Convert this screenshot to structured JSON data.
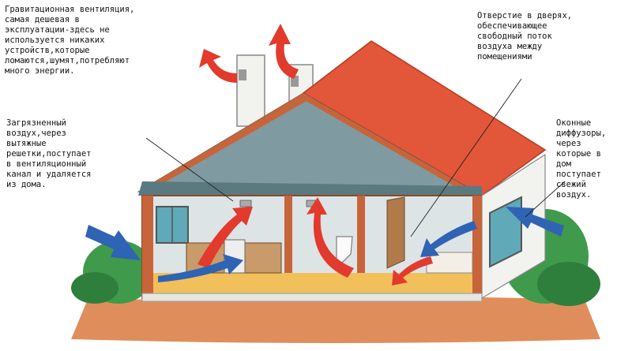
{
  "labels": {
    "gravity_ventilation": "Гравитационная вентиляция,\nсамая дешевая в\nэксплуатации-здесь не\nиспользуется никаких\nустройств,которые\nломаются,шумят,потребляют\nмного энергии.",
    "door_opening": "Отверстие в дверях,\nобеспечивающее\nсвободный поток\nвоздуха между\nпомещениями",
    "polluted_air": "Загрязненный\nвоздух,через\nвытяжные\nрешетки,поступает\nв вентиляционный\nканал и удаляется\nиз дома.",
    "window_diffusers": "Оконные\nдиффузоры,\nчерез\nкоторые в\nдом\nпоступает\nсвежий\nвоздух."
  },
  "colors": {
    "roof": "#e2563a",
    "roof_shade": "#c93f2a",
    "wall": "#f2f2ee",
    "interior": "#dde4e6",
    "attic": "#7f9aa0",
    "frame": "#c8643a",
    "floor": "#f1c05a",
    "ground": "#d97a3e",
    "exhaust_arrow": "#e23a2c",
    "fresh_arrow": "#2f63b4",
    "bush": "#3f9a4c"
  }
}
